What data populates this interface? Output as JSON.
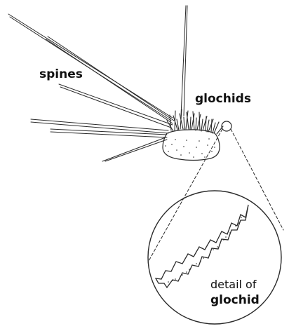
{
  "labels": {
    "spines": "spines",
    "glochids": "glochids",
    "detail_line1": "detail of",
    "detail_line2": "glochid"
  },
  "colors": {
    "ink": "#2a2a2a",
    "background": "#ffffff"
  }
}
